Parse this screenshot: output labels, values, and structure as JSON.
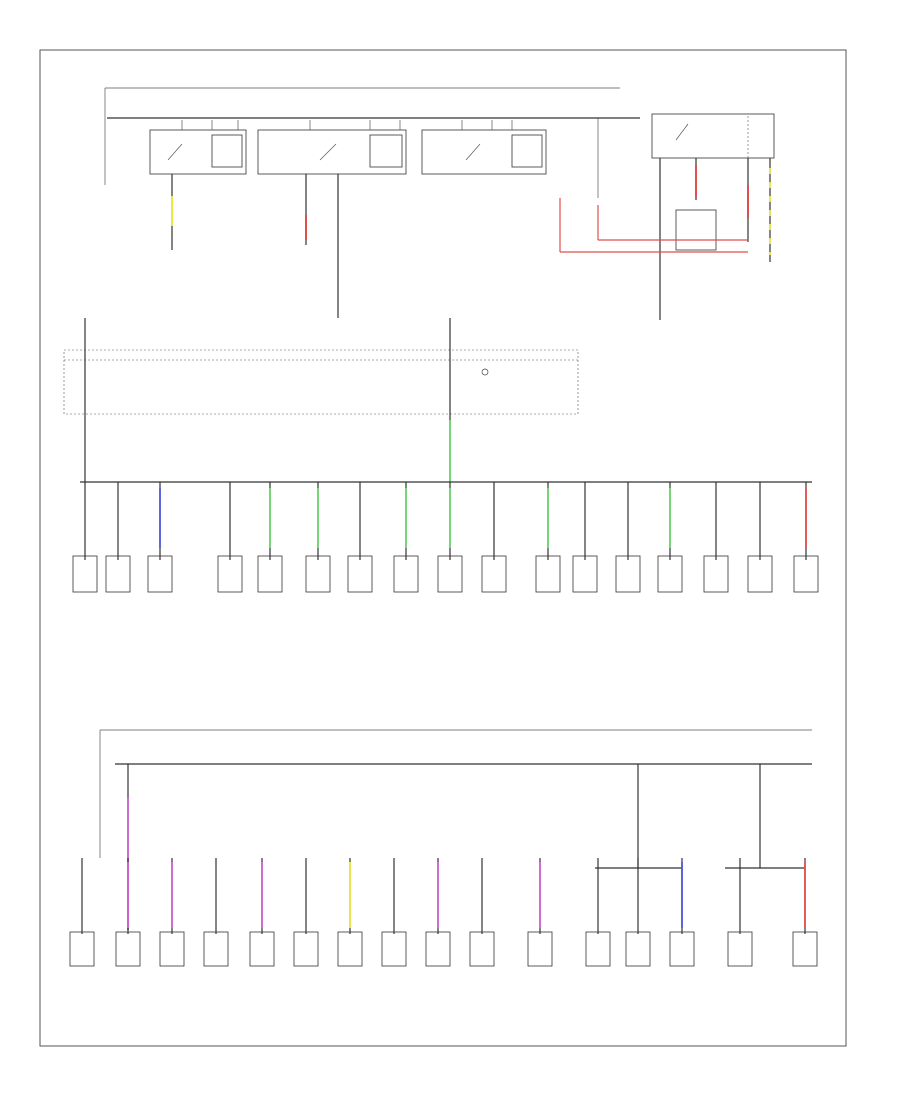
{
  "wire_colors": {
    "yellow": "#e8e840",
    "red": "#e0504a",
    "green": "#6cd46c",
    "blue": "#5058e0",
    "magenta": "#d060d0",
    "pink": "#f09090",
    "black": "#333333"
  },
  "diagram": {
    "footer_code": "",
    "legend_lines": [
      "",
      "",
      "",
      ""
    ]
  },
  "top_switches": [
    "sw1",
    "sw2",
    "sw3",
    "sw4"
  ],
  "mid_row": [
    "c1",
    "c2",
    "c3",
    "c4",
    "c5",
    "c6",
    "c7",
    "c8",
    "c9",
    "c10",
    "c11",
    "c12",
    "c13",
    "c14",
    "c15",
    "c16",
    "c17",
    "c18"
  ],
  "bottom_row": [
    "b1",
    "b2",
    "b3",
    "b4",
    "b5",
    "b6",
    "b7",
    "b8",
    "b9",
    "b10",
    "b11",
    "b12",
    "b13",
    "b14",
    "b15"
  ]
}
